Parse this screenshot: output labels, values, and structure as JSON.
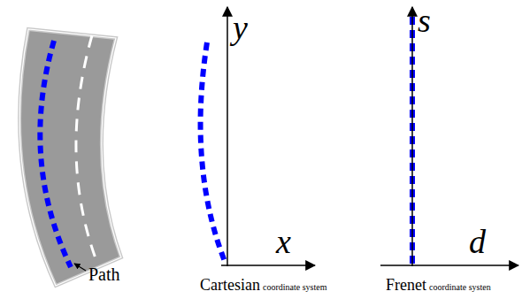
{
  "diagram": {
    "labels": [
      "Path",
      "y",
      "x",
      "Cartesian",
      "coordinate system",
      "s",
      "d",
      "Frenet",
      "coordinate systen"
    ]
  }
}
